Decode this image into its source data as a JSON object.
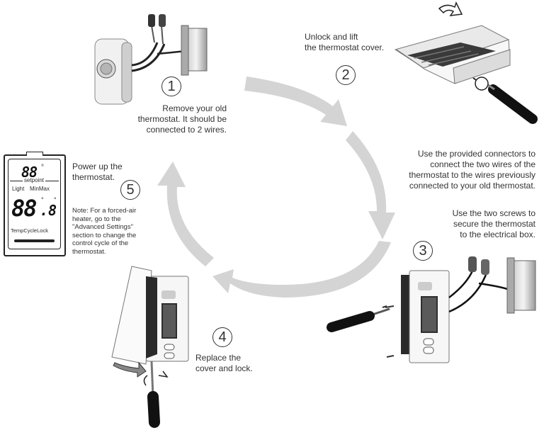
{
  "steps": [
    {
      "number": "1",
      "text": "Remove your old thermostat. It should be connected to 2 wires.",
      "lines": [
        "Remove your old",
        "thermostat. It should be",
        "connected to 2 wires."
      ]
    },
    {
      "number": "2",
      "text": "Unlock and lift the thermostat cover.",
      "lines": [
        "Unlock and lift",
        "the thermostat cover."
      ]
    },
    {
      "number": "3",
      "text": "Use the two screws to secure the thermostat to the electrical box.",
      "lines": [
        "Use the two screws to",
        "secure the thermostat",
        "to the electrical box."
      ],
      "connectors_lines": [
        "Use the provided connectors to",
        "connect the two wires of the",
        "thermostat to the wires previously",
        "connected to your old thermostat."
      ]
    },
    {
      "number": "4",
      "text": "Replace the cover and lock.",
      "lines": [
        "Replace the",
        "cover and lock."
      ]
    },
    {
      "number": "5",
      "text": "Power up the thermostat.",
      "lines": [
        "Power up the",
        "thermostat."
      ],
      "note_lines": [
        "Note: For a forced-air",
        "heater, go to the",
        "\"Advanced Settings\"",
        "section to change the",
        "control cycle of the",
        "thermostat."
      ]
    }
  ],
  "display": {
    "top_digits": "88",
    "top_sup": "°",
    "setpoint_label": "setpoint",
    "mode_labels": [
      "Light",
      "MinMax"
    ],
    "big_digits": "88",
    "big_decimal": ".8",
    "big_sup": "°",
    "bottom_labels": [
      "Temp",
      "Cycle",
      "Lock"
    ]
  },
  "colors": {
    "arrow": "#d4d4d4",
    "line": "#222222"
  }
}
